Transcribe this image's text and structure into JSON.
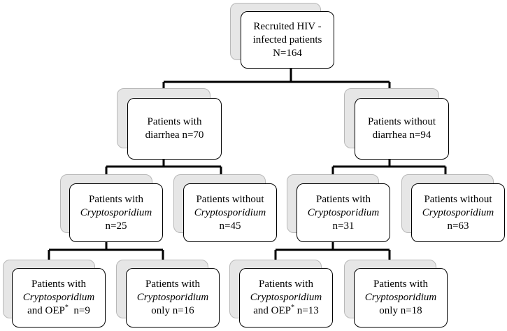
{
  "nodes": {
    "root": {
      "line1": "Recruited HIV -",
      "line2": "infected  patients",
      "line3": "N=164"
    },
    "with_diarrhea": {
      "line1": "Patients  with",
      "line2": "diarrhea  n=70"
    },
    "without_diarrhea": {
      "line1": "Patients without",
      "line2": "diarrhea n=94"
    },
    "wd_with_crypto": {
      "line1": "Patients  with",
      "line2": "Cryptosporidium",
      "line3": "n=25"
    },
    "wd_without_crypto": {
      "line1": "Patients without",
      "line2": "Cryptosporidium",
      "line3": "n=45"
    },
    "nd_with_crypto": {
      "line1": "Patients  with",
      "line2": "Cryptosporidium",
      "line3": "n=31"
    },
    "nd_without_crypto": {
      "line1": "Patients without",
      "line2": "Cryptosporidium",
      "line3": "n=63"
    },
    "wd_crypto_oep": {
      "line1": "Patients with",
      "line2": "Cryptosporidium",
      "line3a": "and OEP",
      "line3sup": "*",
      "line3b": "  n=9"
    },
    "wd_crypto_only": {
      "line1": "Patients with",
      "line2": "Cryptosporidium",
      "line3": "only n=16"
    },
    "nd_crypto_oep": {
      "line1": "Patients  with",
      "line2": "Cryptosporidium",
      "line3a": "and OEP",
      "line3sup": "*",
      "line3b": " n=13"
    },
    "nd_crypto_only": {
      "line1": "Patients with",
      "line2": "Cryptosporidium",
      "line3": "only n=18"
    }
  }
}
